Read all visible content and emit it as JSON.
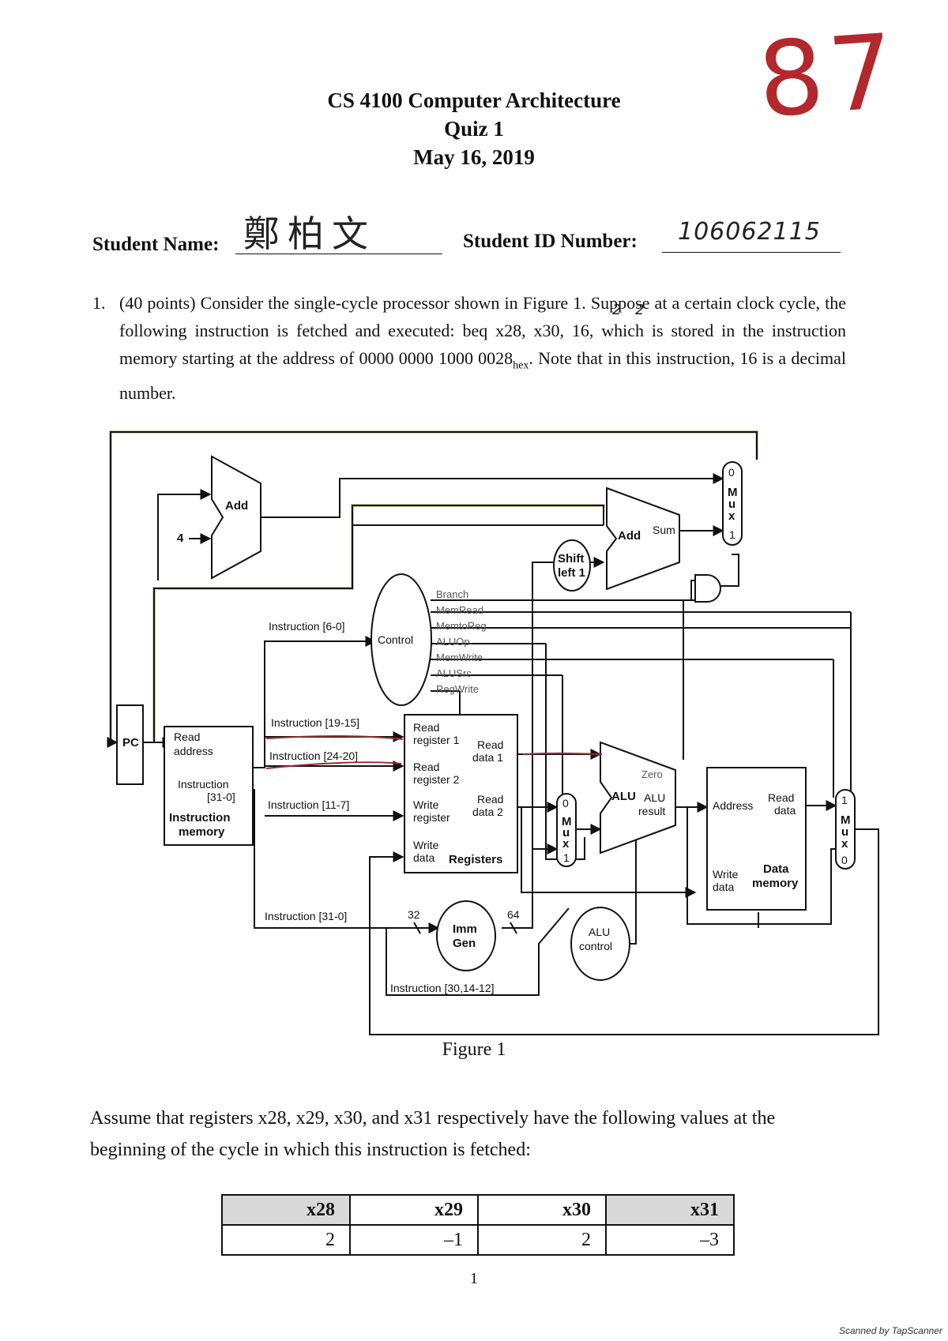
{
  "score": "87",
  "header": {
    "course": "CS 4100 Computer Architecture",
    "quiz": "Quiz 1",
    "date": "May 16, 2019"
  },
  "student": {
    "name_label": "Student Name:",
    "name_value": "鄭柏文",
    "id_label": "Student ID Number:",
    "id_value": "106062115"
  },
  "question1": {
    "number": "1.",
    "text": "(40 points) Consider the single-cycle processor shown in Figure 1. Suppose at a certain clock cycle, the following instruction is fetched and executed: beq x28, x30, 16, which is stored in the instruction memory starting at the address of 0000 0000 1000 0028",
    "hex_sub": "hex",
    "text_tail": ". Note that in this instruction, 16 is a decimal number.",
    "annotations": [
      "2",
      "2"
    ]
  },
  "figure": {
    "caption": "Figure 1",
    "labels": {
      "pc": "PC",
      "add": "Add",
      "four": "4",
      "add_sum_add": "Add",
      "add_sum_sum": "Sum",
      "shift_left_1_a": "Shift",
      "shift_left_1_b": "left 1",
      "mux": [
        "M",
        "u",
        "x"
      ],
      "mux_top_0": "0",
      "mux_top_1": "1",
      "control": "Control",
      "control_signals": [
        "Branch",
        "MemRead",
        "MemtoReg",
        "ALUOp",
        "MemWrite",
        "ALUSrc",
        "RegWrite"
      ],
      "instr_6_0": "Instruction [6-0]",
      "instr_19_15": "Instruction [19-15]",
      "instr_24_20": "Instruction [24-20]",
      "instr_11_7": "Instruction [11-7]",
      "instr_31_0": "Instruction [31-0]",
      "instr_30_14_12": "Instruction [30,14-12]",
      "read_address_a": "Read",
      "read_address_b": "address",
      "instruction_a": "Instruction",
      "instruction_b": "[31-0]",
      "instr_mem_a": "Instruction",
      "instr_mem_b": "memory",
      "read_reg1_a": "Read",
      "read_reg1_b": "register 1",
      "read_reg2_a": "Read",
      "read_reg2_b": "register 2",
      "write_reg_a": "Write",
      "write_reg_b": "register",
      "write_data_a": "Write",
      "write_data_b": "data",
      "registers": "Registers",
      "read_data1_a": "Read",
      "read_data1_b": "data 1",
      "read_data2_a": "Read",
      "read_data2_b": "data 2",
      "alu": "ALU",
      "zero": "Zero",
      "alu_result_a": "ALU",
      "alu_result_b": "result",
      "address": "Address",
      "dm_read_data_a": "Read",
      "dm_read_data_b": "data",
      "dm_write_data_a": "Write",
      "dm_write_data_b": "data",
      "data_memory_a": "Data",
      "data_memory_b": "memory",
      "imm_gen_a": "Imm",
      "imm_gen_b": "Gen",
      "alu_control_a": "ALU",
      "alu_control_b": "control",
      "w32": "32",
      "w64": "64",
      "mux_alu_0": "0",
      "mux_alu_1": "1",
      "mux_wb_1": "1",
      "mux_wb_0": "0"
    }
  },
  "assumption_text": "Assume that registers x28, x29, x30, and x31 respectively have the following values at the beginning of the cycle in which this instruction is fetched:",
  "register_table": {
    "headers": [
      "x28",
      "x29",
      "x30",
      "x31"
    ],
    "values": [
      "2",
      "–1",
      "2",
      "–3"
    ]
  },
  "page_number": "1",
  "footer": "Scanned by TapScanner"
}
